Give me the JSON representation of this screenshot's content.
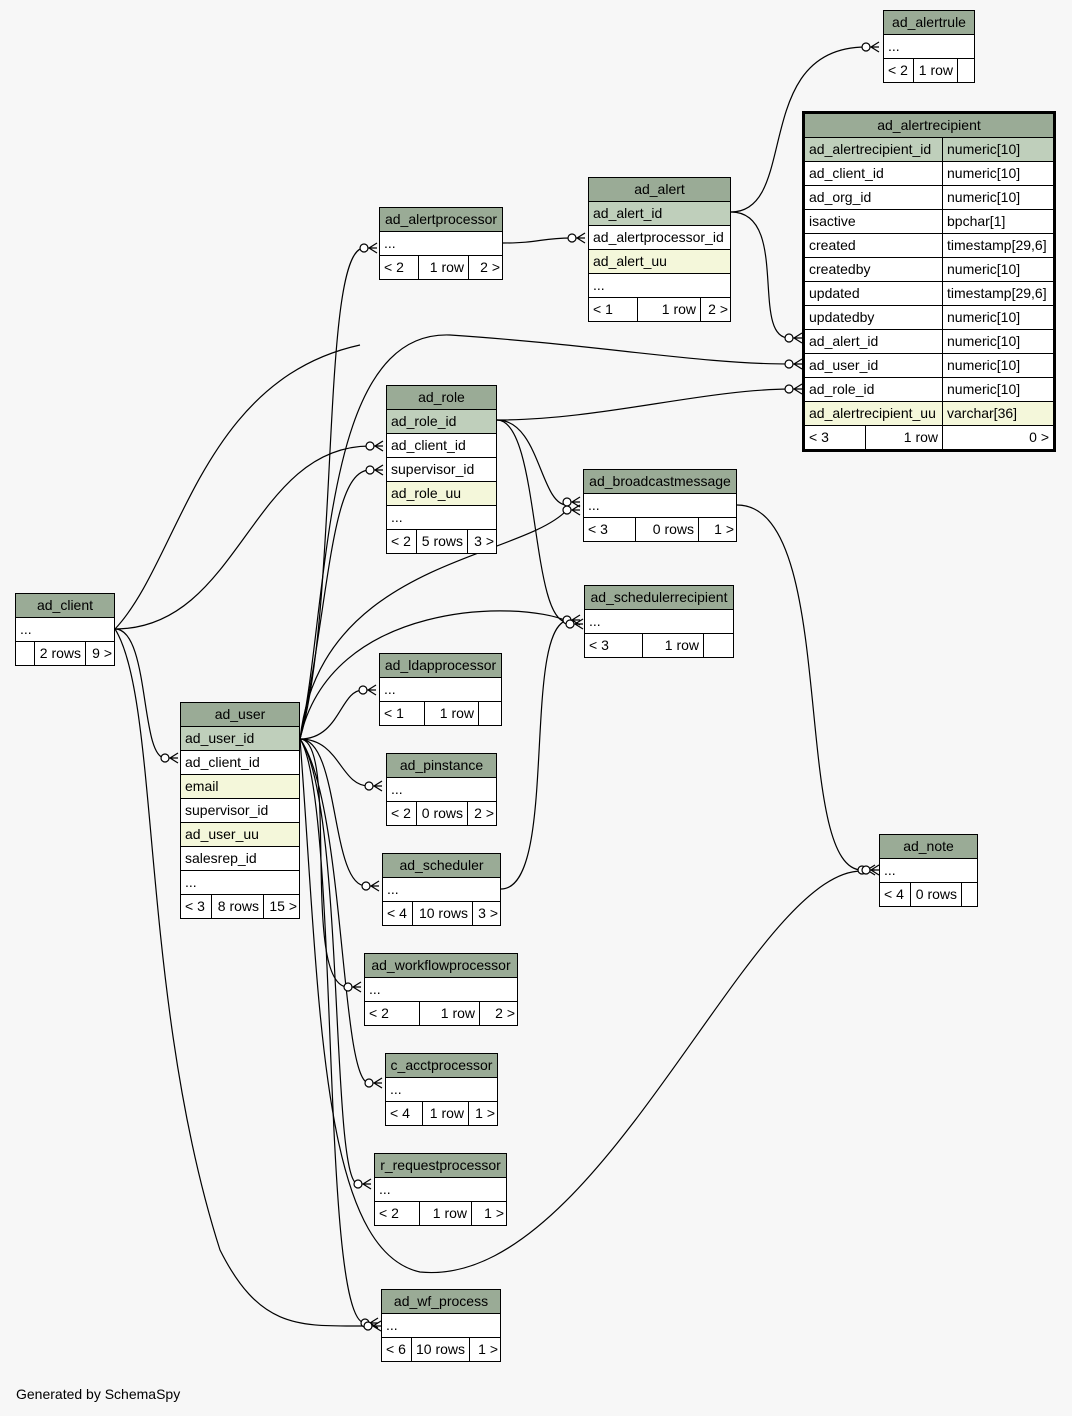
{
  "footer": "Generated by SchemaSpy",
  "tables": [
    {
      "id": "ad_alertrule",
      "name": "ad_alertrule",
      "rows": [
        {
          "type": "ellipsis",
          "text": "..."
        }
      ],
      "nav": [
        "< 2",
        "1 row",
        ""
      ]
    },
    {
      "id": "ad_alertrecipient",
      "name": "ad_alertrecipient",
      "focus": true,
      "rows": [
        {
          "type": "pk",
          "text": "ad_alertrecipient_id",
          "dtype": "numeric[10]"
        },
        {
          "type": "col",
          "text": "ad_client_id",
          "dtype": "numeric[10]"
        },
        {
          "type": "col",
          "text": "ad_org_id",
          "dtype": "numeric[10]"
        },
        {
          "type": "col",
          "text": "isactive",
          "dtype": "bpchar[1]"
        },
        {
          "type": "col",
          "text": "created",
          "dtype": "timestamp[29,6]"
        },
        {
          "type": "col",
          "text": "createdby",
          "dtype": "numeric[10]"
        },
        {
          "type": "col",
          "text": "updated",
          "dtype": "timestamp[29,6]"
        },
        {
          "type": "col",
          "text": "updatedby",
          "dtype": "numeric[10]"
        },
        {
          "type": "col",
          "text": "ad_alert_id",
          "dtype": "numeric[10]"
        },
        {
          "type": "col",
          "text": "ad_user_id",
          "dtype": "numeric[10]"
        },
        {
          "type": "col",
          "text": "ad_role_id",
          "dtype": "numeric[10]"
        },
        {
          "type": "uq",
          "text": "ad_alertrecipient_uu",
          "dtype": "varchar[36]"
        }
      ],
      "nav": [
        "< 3",
        "1 row",
        "0 >"
      ]
    },
    {
      "id": "ad_alert",
      "name": "ad_alert",
      "rows": [
        {
          "type": "pk",
          "text": "ad_alert_id"
        },
        {
          "type": "col",
          "text": "ad_alertprocessor_id"
        },
        {
          "type": "uq",
          "text": "ad_alert_uu"
        },
        {
          "type": "ellipsis",
          "text": "..."
        }
      ],
      "nav": [
        "< 1",
        "1 row",
        "2 >"
      ]
    },
    {
      "id": "ad_alertprocessor",
      "name": "ad_alertprocessor",
      "rows": [
        {
          "type": "ellipsis",
          "text": "..."
        }
      ],
      "nav": [
        "< 2",
        "1 row",
        "2 >"
      ]
    },
    {
      "id": "ad_role",
      "name": "ad_role",
      "rows": [
        {
          "type": "pk",
          "text": "ad_role_id"
        },
        {
          "type": "col",
          "text": "ad_client_id"
        },
        {
          "type": "col",
          "text": "supervisor_id"
        },
        {
          "type": "uq",
          "text": "ad_role_uu"
        },
        {
          "type": "ellipsis",
          "text": "..."
        }
      ],
      "nav": [
        "< 2",
        "5 rows",
        "3 >"
      ]
    },
    {
      "id": "ad_broadcastmessage",
      "name": "ad_broadcastmessage",
      "rows": [
        {
          "type": "ellipsis",
          "text": "..."
        }
      ],
      "nav": [
        "< 3",
        "0 rows",
        "1 >"
      ]
    },
    {
      "id": "ad_schedulerrecipient",
      "name": "ad_schedulerrecipient",
      "rows": [
        {
          "type": "ellipsis",
          "text": "..."
        }
      ],
      "nav": [
        "< 3",
        "1 row",
        ""
      ]
    },
    {
      "id": "ad_client",
      "name": "ad_client",
      "rows": [
        {
          "type": "ellipsis",
          "text": "..."
        }
      ],
      "nav": [
        "",
        "2 rows",
        "9 >"
      ]
    },
    {
      "id": "ad_ldapprocessor",
      "name": "ad_ldapprocessor",
      "rows": [
        {
          "type": "ellipsis",
          "text": "..."
        }
      ],
      "nav": [
        "< 1",
        "1 row",
        ""
      ]
    },
    {
      "id": "ad_user",
      "name": "ad_user",
      "rows": [
        {
          "type": "pk",
          "text": "ad_user_id"
        },
        {
          "type": "col",
          "text": "ad_client_id"
        },
        {
          "type": "uq",
          "text": "email"
        },
        {
          "type": "col",
          "text": "supervisor_id"
        },
        {
          "type": "uq",
          "text": "ad_user_uu"
        },
        {
          "type": "col",
          "text": "salesrep_id"
        },
        {
          "type": "ellipsis",
          "text": "..."
        }
      ],
      "nav": [
        "< 3",
        "8 rows",
        "15 >"
      ]
    },
    {
      "id": "ad_pinstance",
      "name": "ad_pinstance",
      "rows": [
        {
          "type": "ellipsis",
          "text": "..."
        }
      ],
      "nav": [
        "< 2",
        "0 rows",
        "2 >"
      ]
    },
    {
      "id": "ad_scheduler",
      "name": "ad_scheduler",
      "rows": [
        {
          "type": "ellipsis",
          "text": "..."
        }
      ],
      "nav": [
        "< 4",
        "10 rows",
        "3 >"
      ]
    },
    {
      "id": "ad_note",
      "name": "ad_note",
      "rows": [
        {
          "type": "ellipsis",
          "text": "..."
        }
      ],
      "nav": [
        "< 4",
        "0 rows",
        ""
      ]
    },
    {
      "id": "ad_workflowprocessor",
      "name": "ad_workflowprocessor",
      "rows": [
        {
          "type": "ellipsis",
          "text": "..."
        }
      ],
      "nav": [
        "< 2",
        "1 row",
        "2 >"
      ]
    },
    {
      "id": "c_acctprocessor",
      "name": "c_acctprocessor",
      "rows": [
        {
          "type": "ellipsis",
          "text": "..."
        }
      ],
      "nav": [
        "< 4",
        "1 row",
        "1 >"
      ]
    },
    {
      "id": "r_requestprocessor",
      "name": "r_requestprocessor",
      "rows": [
        {
          "type": "ellipsis",
          "text": "..."
        }
      ],
      "nav": [
        "< 2",
        "1 row",
        "1 >"
      ]
    },
    {
      "id": "ad_wf_process",
      "name": "ad_wf_process",
      "rows": [
        {
          "type": "ellipsis",
          "text": "..."
        }
      ],
      "nav": [
        "< 6",
        "10 rows",
        "1 >"
      ]
    }
  ]
}
